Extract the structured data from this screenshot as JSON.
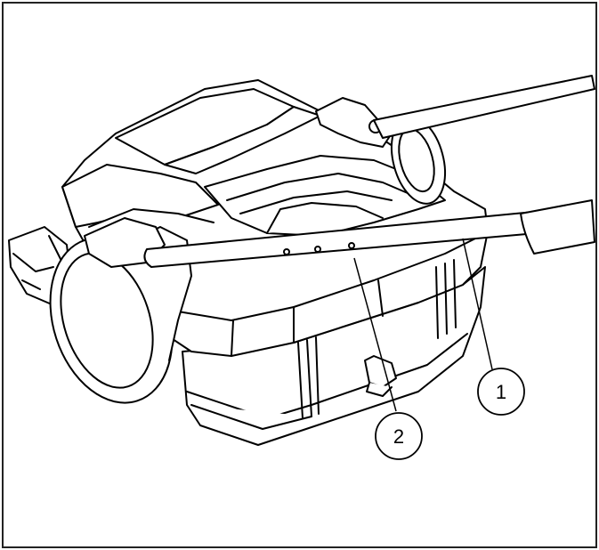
{
  "figure": {
    "callouts": [
      {
        "id": "1",
        "label": "1"
      },
      {
        "id": "2",
        "label": "2"
      }
    ],
    "colors": {
      "line": "#000000",
      "background": "#ffffff",
      "shade": "#d8d8d8"
    },
    "icons": {
      "machine": "push-sweeper-illustration"
    }
  }
}
